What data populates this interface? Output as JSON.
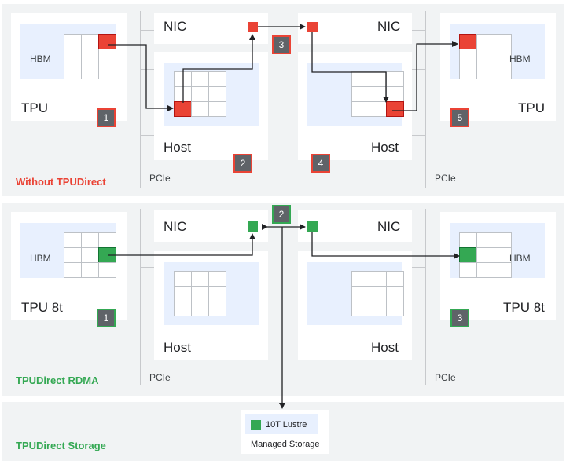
{
  "sections": {
    "without": "Without TPUDirect",
    "rdma": "TPUDirect RDMA",
    "storage": "TPUDirect Storage"
  },
  "labels": {
    "hbm": "HBM",
    "nic": "NIC",
    "host": "Host",
    "pcie": "PCIe",
    "tpu": "TPU",
    "tpu8t": "TPU 8t"
  },
  "steps_top": [
    "1",
    "2",
    "3",
    "4",
    "5"
  ],
  "steps_bottom": [
    "1",
    "2",
    "3"
  ],
  "storage": {
    "name": "10T Lustre",
    "caption": "Managed Storage"
  },
  "colors": {
    "red": "#ea4335",
    "green": "#34a853",
    "panel": "#f1f3f4",
    "memory": "#e8f0fe",
    "badge": "#5f6368"
  }
}
